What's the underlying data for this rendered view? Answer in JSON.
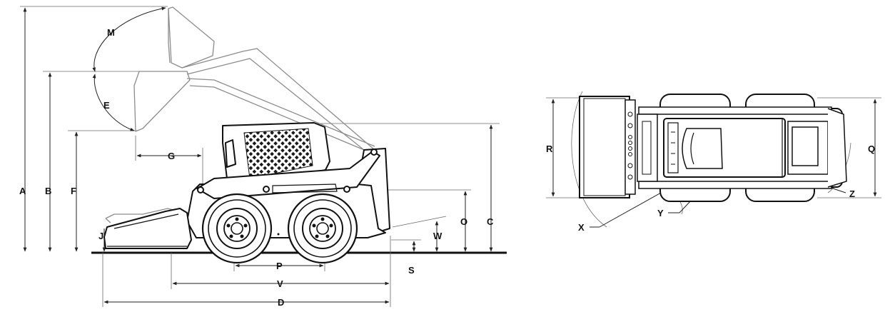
{
  "side_view": {
    "labels": {
      "A": "A",
      "B": "B",
      "C": "C",
      "D": "D",
      "E": "E",
      "F": "F",
      "G": "G",
      "J": "J",
      "M": "M",
      "O": "O",
      "P": "P",
      "S": "S",
      "V": "V",
      "W": "W"
    }
  },
  "top_view": {
    "labels": {
      "Q": "Q",
      "R": "R",
      "X": "X",
      "Y": "Y",
      "Z": "Z"
    }
  },
  "colors": {
    "ink": "#111111",
    "ghost": "#8c8c8c",
    "background": "#ffffff"
  }
}
